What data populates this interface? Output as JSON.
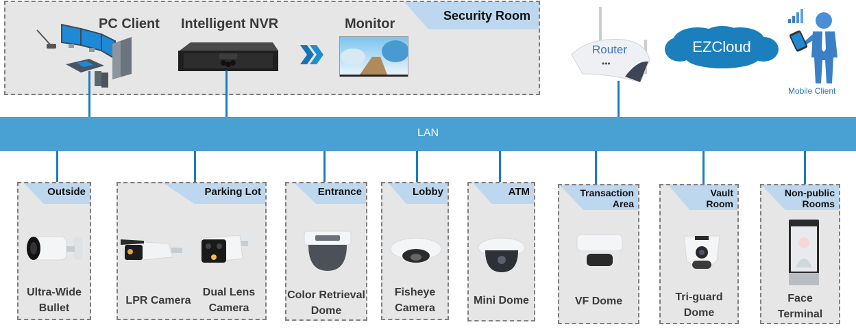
{
  "security_room": {
    "title": "Security Room",
    "devices": [
      {
        "name": "PC Client",
        "icon": "pc-client-workstation-icon"
      },
      {
        "name": "Intelligent NVR",
        "icon": "nvr-recorder-icon"
      },
      {
        "name": "Monitor",
        "icon": "monitor-display-icon"
      }
    ],
    "flow_icon": "double-chevron-right-icon"
  },
  "network": {
    "router": {
      "label": "Router",
      "icon": "wifi-router-icon"
    },
    "cloud": {
      "label": "EZCloud",
      "icon": "cloud-icon"
    },
    "mobile": {
      "label": "Mobile Client",
      "icon": "person-with-phone-icon"
    },
    "lan_label": "LAN"
  },
  "zones": [
    {
      "name": "Outside",
      "cameras": [
        {
          "label_lines": [
            "Ultra-Wide",
            "Bullet"
          ],
          "icon": "bullet-camera-icon"
        }
      ]
    },
    {
      "name": "Parking Lot",
      "cameras": [
        {
          "label_lines": [
            "LPR Camera"
          ],
          "icon": "lpr-camera-icon"
        },
        {
          "label_lines": [
            "Dual Lens",
            "Camera"
          ],
          "icon": "dual-lens-camera-icon"
        }
      ]
    },
    {
      "name": "Entrance",
      "cameras": [
        {
          "label_lines": [
            "Color Retrieval",
            "Dome"
          ],
          "icon": "dome-camera-icon"
        }
      ]
    },
    {
      "name": "Lobby",
      "cameras": [
        {
          "label_lines": [
            "Fisheye",
            "Camera"
          ],
          "icon": "fisheye-camera-icon"
        }
      ]
    },
    {
      "name": "ATM",
      "cameras": [
        {
          "label_lines": [
            "Mini Dome"
          ],
          "icon": "mini-dome-camera-icon"
        }
      ]
    },
    {
      "name_lines": [
        "Transaction",
        "Area"
      ],
      "cameras": [
        {
          "label_lines": [
            "VF Dome"
          ],
          "icon": "vf-dome-camera-icon"
        }
      ]
    },
    {
      "name_lines": [
        "Vault",
        "Room"
      ],
      "cameras": [
        {
          "label_lines": [
            "Tri-guard",
            "Dome"
          ],
          "icon": "turret-camera-icon"
        }
      ]
    },
    {
      "name_lines": [
        "Non-public",
        "Rooms"
      ],
      "cameras": [
        {
          "label_lines": [
            "Face",
            "Terminal"
          ],
          "icon": "face-terminal-icon"
        }
      ]
    }
  ],
  "colors": {
    "lan": "#48a0d3",
    "wire": "#1b7dbf",
    "room_bg": "#e7e6e6",
    "tag_bg": "#bdd7ee",
    "cloud": "#1c7fbd"
  }
}
